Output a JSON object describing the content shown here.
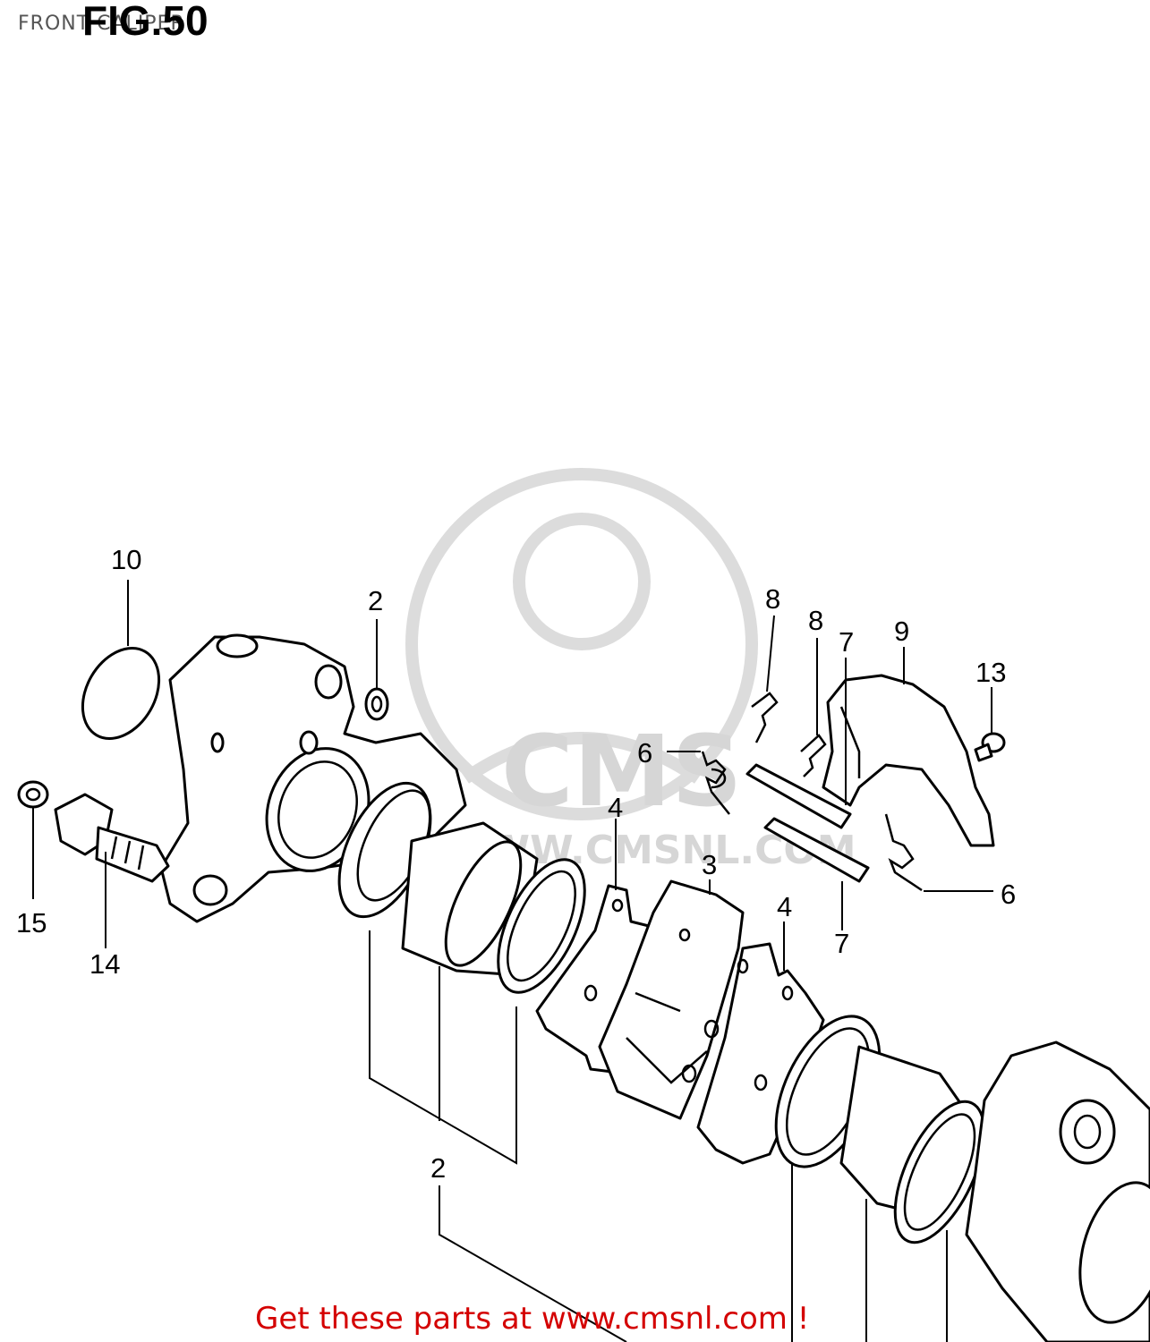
{
  "header": {
    "figure_title": "FIG.50",
    "subtitle": "FRONT CALIPER"
  },
  "watermark": {
    "logo_text": "CMS",
    "url_text": "WWW.CMSNL.COM"
  },
  "callouts": [
    "10",
    "2",
    "8",
    "8",
    "7",
    "9",
    "13",
    "6",
    "4",
    "3",
    "4",
    "6",
    "7",
    "15",
    "14",
    "2"
  ],
  "footer": {
    "promo_text": "Get these parts at www.cmsnl.com !"
  },
  "colors": {
    "footer_text": "#d40000",
    "line_art": "#000000",
    "watermark": "#d6d6d6"
  }
}
